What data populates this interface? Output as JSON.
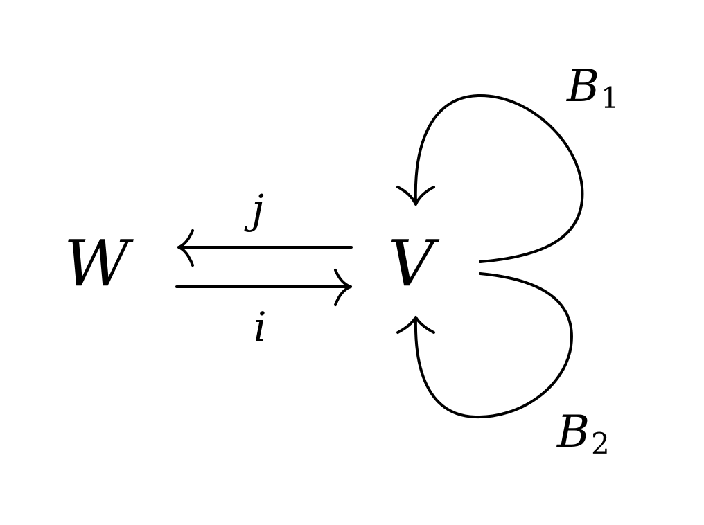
{
  "diagram": {
    "nodes": {
      "W": {
        "label": "W"
      },
      "V": {
        "label": "V"
      }
    },
    "edges": {
      "j": {
        "label": "j",
        "from": "V",
        "to": "W"
      },
      "i": {
        "label": "i",
        "from": "W",
        "to": "V"
      },
      "B1": {
        "base": "B",
        "subscript": "1",
        "from": "V",
        "to": "V"
      },
      "B2": {
        "base": "B",
        "subscript": "2",
        "from": "V",
        "to": "V"
      }
    }
  }
}
